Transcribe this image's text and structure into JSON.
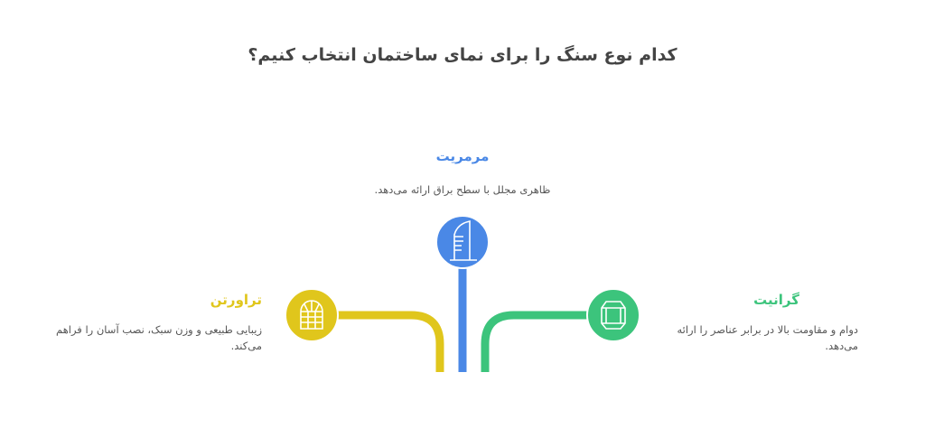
{
  "title": "کدام نوع سنگ را برای نمای ساختمان انتخاب کنیم؟",
  "options": [
    {
      "name": "مرمریت",
      "description": "ظاهری مجلل با سطح براق ارائه می‌دهد.",
      "color": "#4a88e6",
      "icon": "building-icon"
    },
    {
      "name": "تراورتن",
      "description": "زیبایی طبیعی و وزن سبک، نصب آسان را فراهم می‌کند.",
      "color": "#e0c61c",
      "icon": "arched-window-icon"
    },
    {
      "name": "گرانیت",
      "description": "دوام و مقاومت بالا در برابر عناصر را ارائه می‌دهد.",
      "color": "#3cc47c",
      "icon": "prism-icon"
    }
  ]
}
